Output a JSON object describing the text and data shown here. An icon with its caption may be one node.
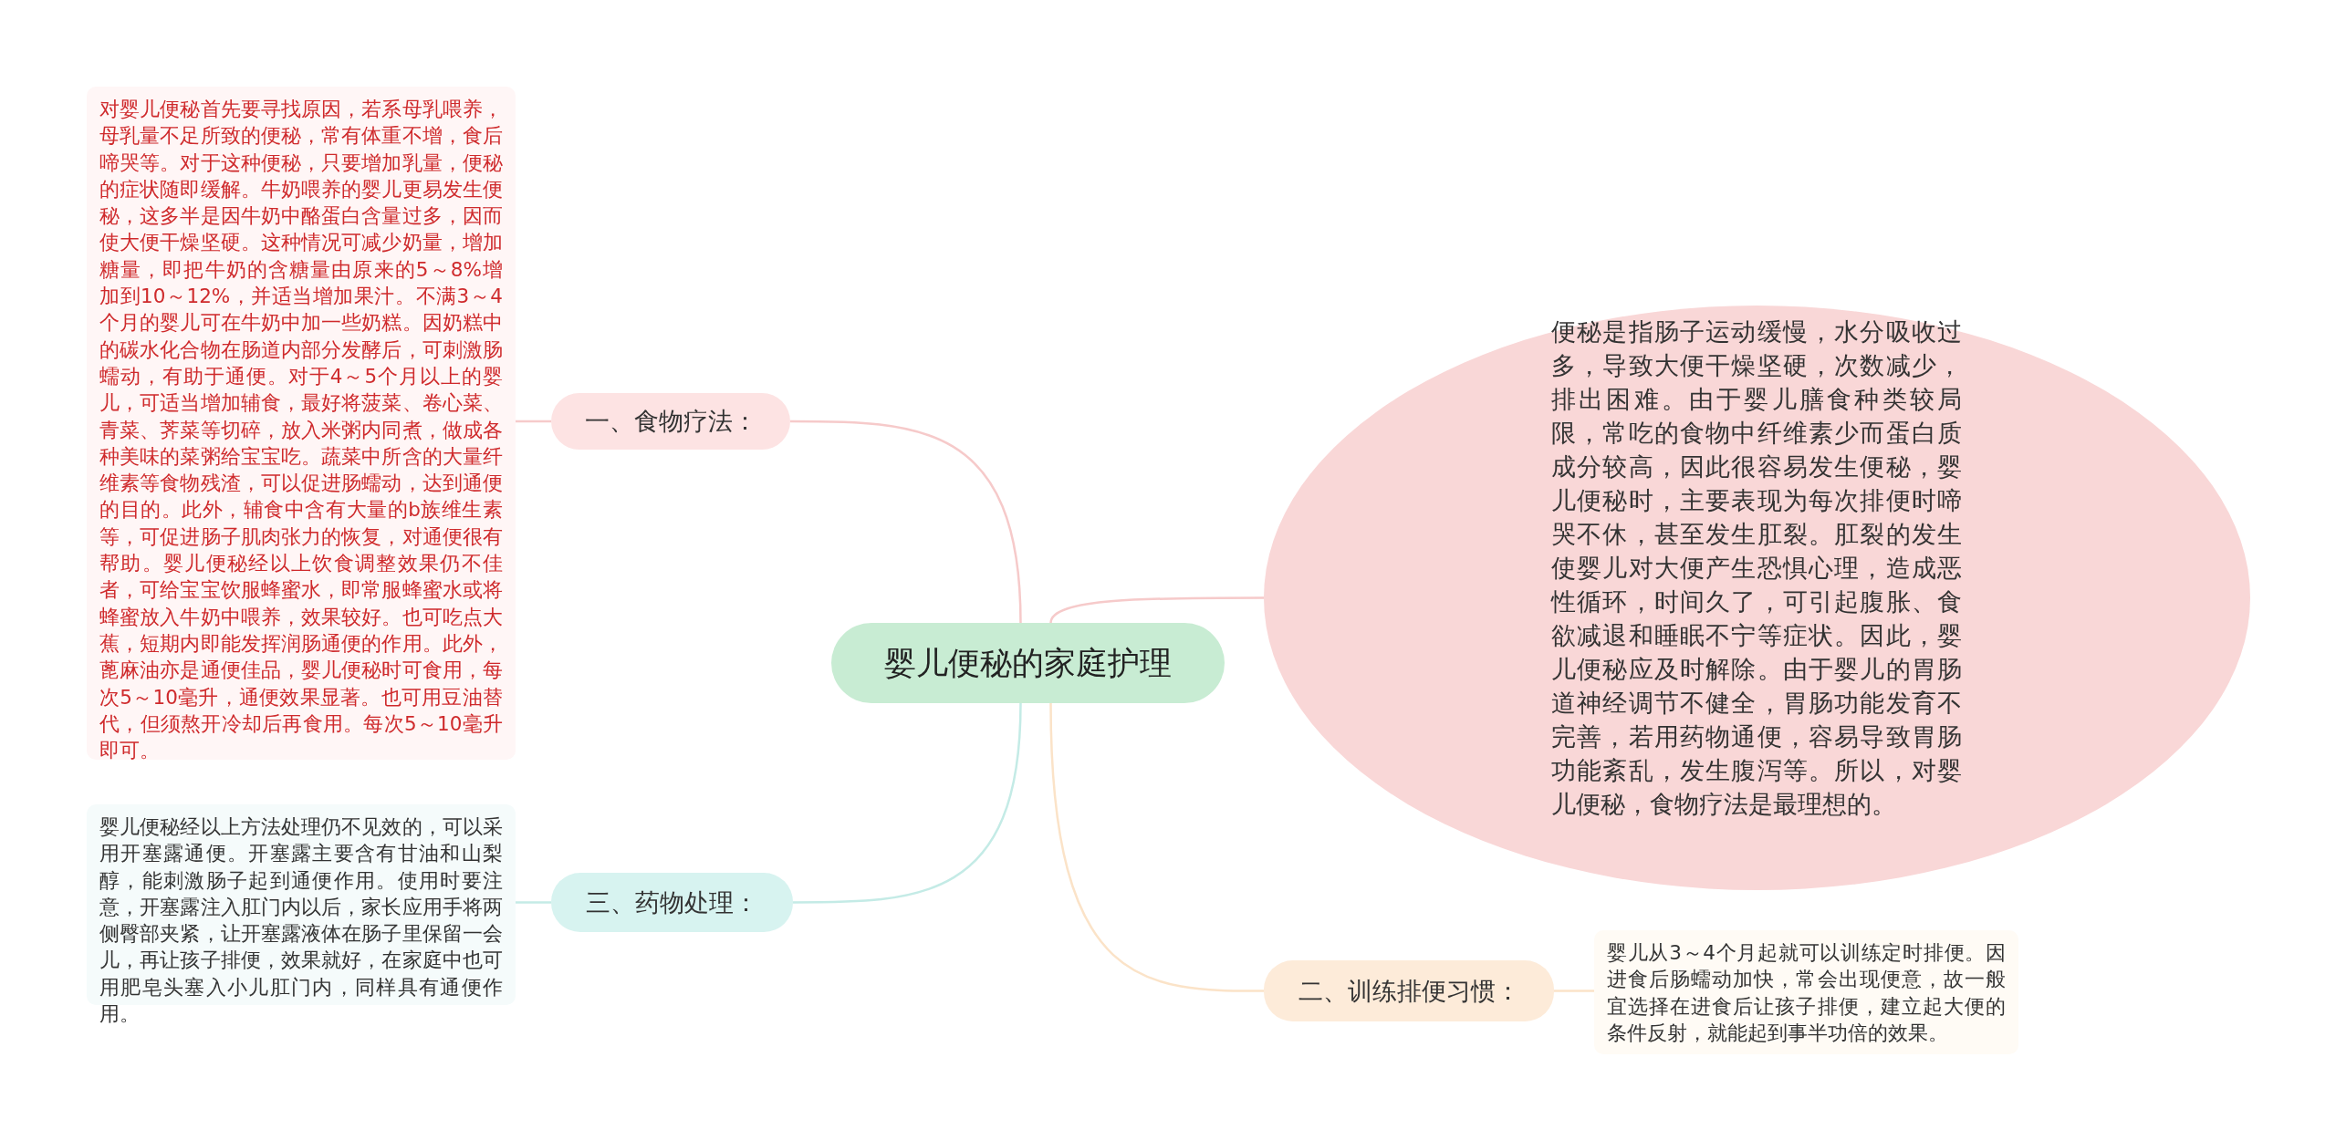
{
  "diagram": {
    "nodes": [
      {
        "text": [
          "婴儿便秘的家庭护理"
        ]
      },
      {
        "text": [
          "便秘是指肠子运动缓慢，水分吸收过多，导致大便干燥坚硬，次数减少，排出困难。由于婴儿膳食种类较局限，常吃的食物中纤维素少而蛋白质成分较高，因此很容易发生便秘，婴儿便秘时，主要表现为每次排便时啼哭不休，甚至发生肛裂。肛裂的发生使婴儿对大便产生恐惧心理，造成恶性循环，时间久了，可引起腹胀、食欲减退和睡眠不宁等症状。因此，婴儿便秘应及时解除。由于婴儿的胃肠道神经调节不健全，胃肠功能发育不完善，若用药物通便，容易导致胃肠功能紊乱，发生腹泻等。所以，对婴儿便秘，食物疗法是最理想的。"
        ]
      },
      {
        "text": [
          "一、食物疗法："
        ]
      },
      {
        "text": [
          "对婴儿便秘首先要寻找原因，若系母乳喂养，母乳量不足所致的便秘，常有体重不增，食后啼哭等。对于这种便秘，只要增加乳量，便秘的症状随即缓解。牛奶喂养的婴儿更易发生便秘，这多半是因牛奶中酪蛋白含量过多，因而使大便干燥坚硬。这种情况可减少奶量，增加糖量，即把牛奶的含糖量由原来的5～8%增加到10～12%，并适当增加果汁。不满3～4个月的婴儿可在牛奶中加一些奶糕。因奶糕中的碳水化合物在肠道内部分发酵后，可刺激肠蠕动，有助于通便。对于4～5个月以上的婴儿，可适当增加辅食，最好将菠菜、卷心菜、青菜、荠菜等切碎，放入米粥内同煮，做成各种美味的菜粥给宝宝吃。蔬菜中所含的大量纤维素等食物残渣，可以促进肠蠕动，达到通便的目的。此外，辅食中含有大量的b族维生素等，可促进肠子肌肉张力的恢复，对通便很有帮助。婴儿便秘经以上饮食调整效果仍不佳者，可给宝宝饮服蜂蜜水，即常服蜂蜜水或将蜂蜜放入牛奶中喂养，效果较好。也可吃点大蕉，短期内即能发挥润肠通便的作用。此外，蓖麻油亦是通便佳品，婴儿便秘时可食用，每次5～10毫升，通便效果显著。也可用豆油替代，但须熬开冷却后再食用。每次5～10毫升即可。"
        ]
      },
      {
        "text": [
          "二、训练排便习惯："
        ]
      },
      {
        "text": [
          "婴儿从3～4个月起就可以训练定时排便。因进食后肠蠕动加快，常会出现便意，故一般宜选择在进食后让孩子排便，建立起大便的条件反射，就能起到事半功倍的效果。"
        ]
      },
      {
        "text": [
          "三、药物处理："
        ]
      },
      {
        "text": [
          "婴儿便秘经以上方法处理仍不见效的，可以采用开塞露通便。开塞露主要含有甘油和山梨醇，能刺激肠子起到通便作用。使用时要注意，开塞露注入肛门内以后，家长应用手将两侧臀部夹紧，让开塞露液体在肠子里保留一会儿，再让孩子排便，效果就好，在家庭中也可用肥皂头塞入小儿肛门内，同样具有通便作用。"
        ]
      }
    ],
    "edges": [
      {
        "from": 0,
        "to": 1,
        "arrow": "none",
        "color": "#f6caca"
      },
      {
        "from": 0,
        "to": 2,
        "arrow": "none",
        "color": "#f6caca"
      },
      {
        "from": 2,
        "to": 3,
        "arrow": "none",
        "color": "#f6caca"
      },
      {
        "from": 0,
        "to": 4,
        "arrow": "none",
        "color": "#fbe3c8"
      },
      {
        "from": 4,
        "to": 5,
        "arrow": "none",
        "color": "#fbe3c8"
      },
      {
        "from": 0,
        "to": 6,
        "arrow": "none",
        "color": "#c4ebe6"
      },
      {
        "from": 6,
        "to": 7,
        "arrow": "none",
        "color": "#c4ebe6"
      }
    ]
  }
}
